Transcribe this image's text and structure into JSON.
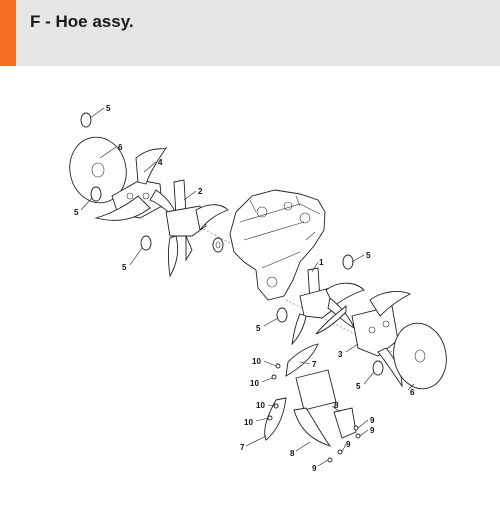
{
  "header": {
    "title": "F - Hoe assy.",
    "accent_color": "#f36f21",
    "background_color": "#e6e6e6"
  },
  "callouts": [
    {
      "label": "5"
    },
    {
      "label": "6"
    },
    {
      "label": "4"
    },
    {
      "label": "5"
    },
    {
      "label": "2"
    },
    {
      "label": "5"
    },
    {
      "label": "1"
    },
    {
      "label": "5"
    },
    {
      "label": "5"
    },
    {
      "label": "3"
    },
    {
      "label": "6"
    },
    {
      "label": "5"
    },
    {
      "label": "7"
    },
    {
      "label": "10"
    },
    {
      "label": "10"
    },
    {
      "label": "10"
    },
    {
      "label": "10"
    },
    {
      "label": "8"
    },
    {
      "label": "7"
    },
    {
      "label": "9"
    },
    {
      "label": "9"
    },
    {
      "label": "8"
    },
    {
      "label": "9"
    },
    {
      "label": "9"
    }
  ]
}
